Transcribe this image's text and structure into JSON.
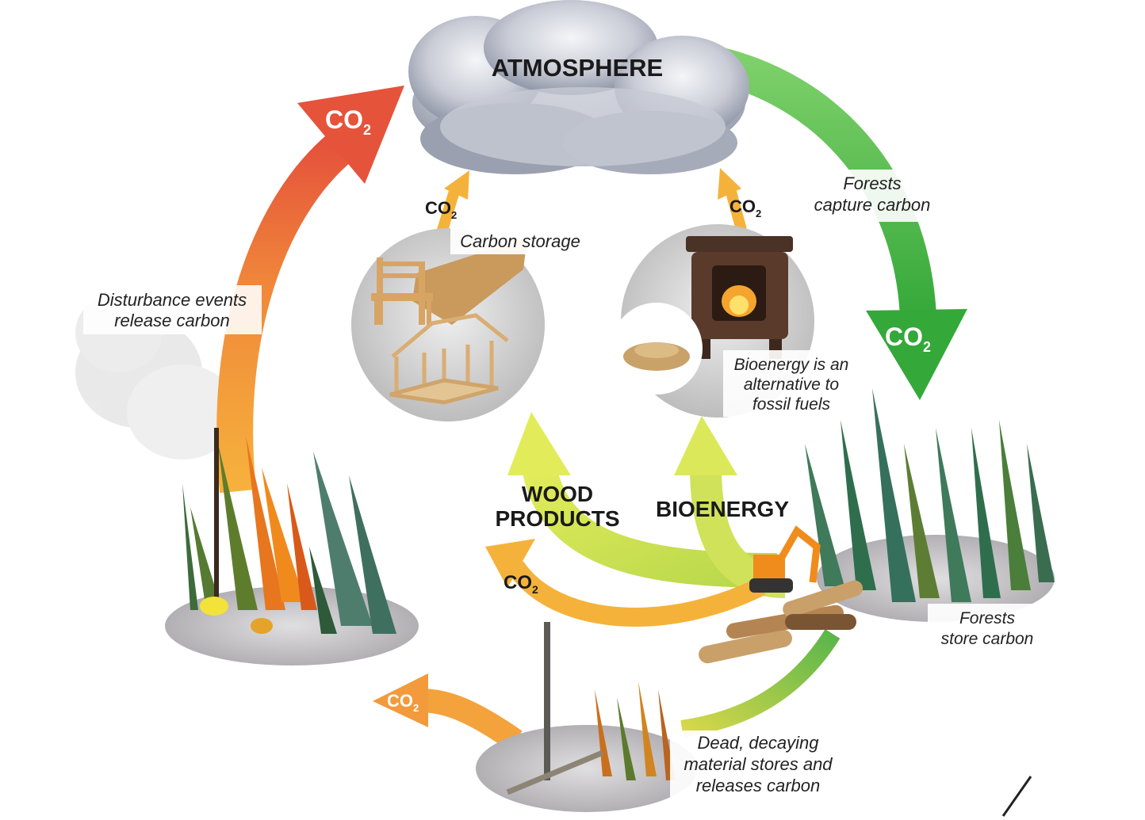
{
  "labels": {
    "atmosphere": "ATMOSPHERE",
    "wood_products_line1": "WOOD",
    "wood_products_line2": "PRODUCTS",
    "bioenergy": "BIOENERGY",
    "forests_capture_line1": "Forests",
    "forests_capture_line2": "capture carbon",
    "disturbance_line1": "Disturbance events",
    "disturbance_line2": "release carbon",
    "carbon_storage": "Carbon storage",
    "bioenergy_alt_line1": "Bioenergy is an",
    "bioenergy_alt_line2": "alternative to",
    "bioenergy_alt_line3": "fossil fuels",
    "forests_store_line1": "Forests",
    "forests_store_line2": "store carbon",
    "dead_line1": "Dead, decaying",
    "dead_line2": "material stores and",
    "dead_line3": "releases carbon",
    "co2_main": "CO",
    "co2_sub": "2"
  },
  "colors": {
    "release_arrow": "#f08a3a",
    "capture_arrow": "#4cb84a",
    "product_arrow": "#cfe05a",
    "co2_small_arrow": "#f5b23a"
  }
}
